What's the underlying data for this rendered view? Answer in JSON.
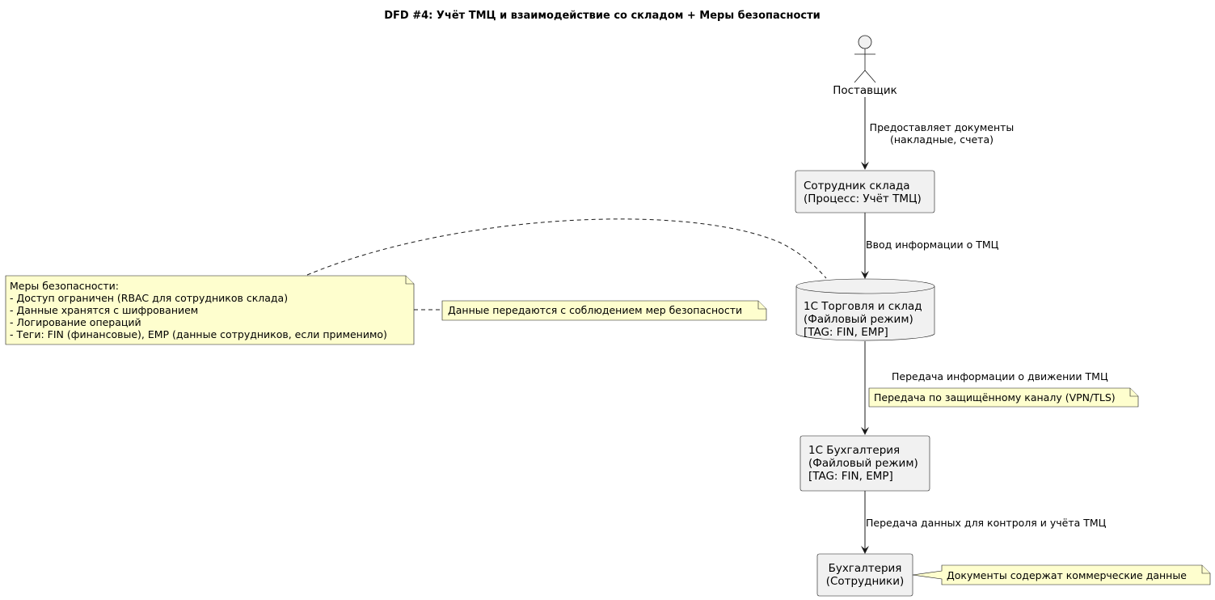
{
  "title": "DFD #4: Учёт ТМЦ и взаимодействие со складом + Меры безопасности",
  "colors": {
    "box_fill": "#f1f1f1",
    "note_fill": "#fefece",
    "stroke": "#181818"
  },
  "nodes": {
    "supplier": {
      "label": "Поставщик"
    },
    "warehouse_employee": {
      "lines": [
        "Сотрудник склада",
        "(Процесс: Учёт ТМЦ)"
      ]
    },
    "trade_db": {
      "lines": [
        "1С Торговля и склад",
        "(Файловый режим)",
        "[TAG: FIN, EMP]"
      ]
    },
    "accounting_system": {
      "lines": [
        "1С Бухгалтерия",
        "(Файловый режим)",
        "[TAG: FIN, EMP]"
      ]
    },
    "accounting_staff": {
      "lines": [
        "Бухгалтерия",
        "(Сотрудники)"
      ]
    }
  },
  "flows": {
    "supplier_to_employee": [
      "Предоставляет документы",
      "(накладные, счета)"
    ],
    "employee_to_db": "Ввод информации о ТМЦ",
    "db_to_accounting": "Передача информации о движении ТМЦ",
    "accounting_to_staff": "Передача данных для контроля и учёта ТМЦ"
  },
  "notes": {
    "security_measures": [
      "Меры безопасности:",
      "- Доступ ограничен (RBAC для сотрудников склада)",
      "- Данные хранятся с шифрованием",
      "- Логирование операций",
      "- Теги: FIN (финансовые), EMP (данные сотрудников, если применимо)"
    ],
    "data_transfer": "Данные передаются с соблюдением мер безопасности",
    "secure_channel": "Передача по защищённому каналу (VPN/TLS)",
    "commercial_docs": "Документы содержат коммерческие данные"
  }
}
